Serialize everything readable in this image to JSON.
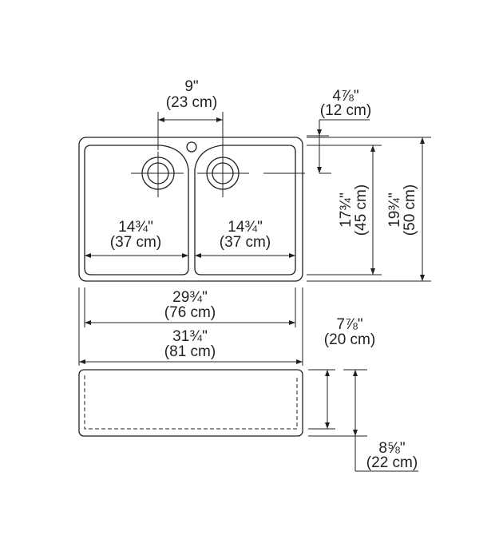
{
  "labels": {
    "top_hole_spacing": {
      "imperial": "9\"",
      "metric": "(23 cm)"
    },
    "drain_offset": {
      "imperial": "4⅞\"",
      "metric": "(12 cm)"
    },
    "left_bowl_width": {
      "imperial": "14¾\"",
      "metric": "(37 cm)"
    },
    "right_bowl_width": {
      "imperial": "14¾\"",
      "metric": "(37 cm)"
    },
    "bowl_depth_length": {
      "imperial": "17¾\"",
      "metric": "(45 cm)"
    },
    "overall_depth": {
      "imperial": "19¾\"",
      "metric": "(50 cm)"
    },
    "inner_width": {
      "imperial": "29¾\"",
      "metric": "(76 cm)"
    },
    "overall_width": {
      "imperial": "31¾\"",
      "metric": "(81 cm)"
    },
    "bowl_depth": {
      "imperial": "7⅞\"",
      "metric": "(20 cm)"
    },
    "overall_height": {
      "imperial": "8⅝\"",
      "metric": "(22 cm)"
    }
  },
  "colors": {
    "line": "#231f20",
    "background": "#ffffff"
  }
}
